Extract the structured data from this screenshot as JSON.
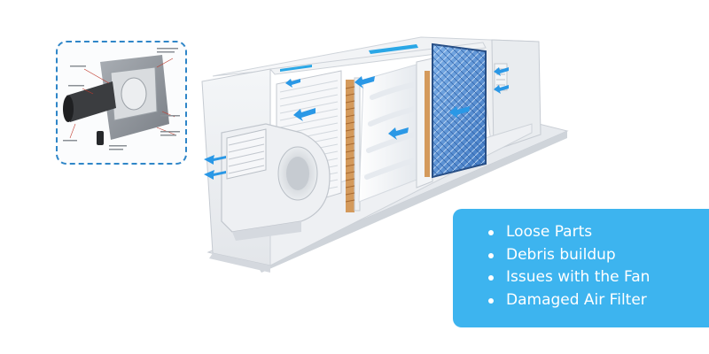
{
  "illustration": {
    "subject": "air-handling-unit-cutaway",
    "icons": [
      "fan-housing-icon",
      "air-filter-icon",
      "airflow-arrow-icon",
      "heat-exchanger-icon"
    ],
    "colors": {
      "housing": "#eef0f3",
      "housing_shadow": "#c9ced5",
      "filter_mesh": "#5b8fd2",
      "airflow_arrow": "#2a98e6",
      "copper_coil": "#c88a4a"
    }
  },
  "inset": {
    "subject": "ventilation-unit-diagram",
    "border_color": "#2f86c8"
  },
  "panel": {
    "background": "#3db4ef",
    "items": [
      {
        "label": "Loose Parts"
      },
      {
        "label": "Debris buildup"
      },
      {
        "label": "Issues with the Fan"
      },
      {
        "label": "Damaged Air Filter"
      }
    ]
  }
}
